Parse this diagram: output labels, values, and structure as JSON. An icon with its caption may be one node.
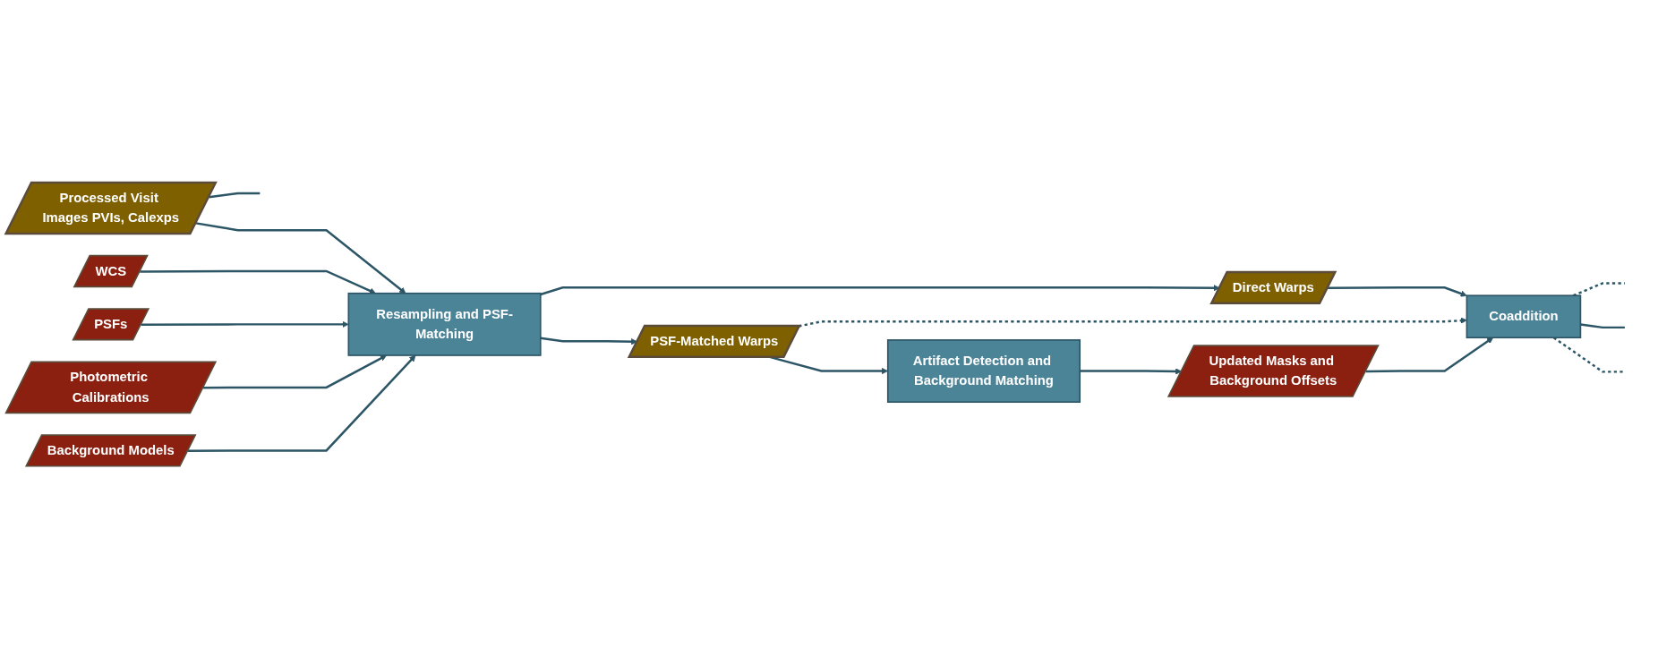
{
  "diagram": {
    "nodes": [
      {
        "text": [
          "Processed Visit Images PVIs, Calexps"
        ]
      },
      {
        "text": [
          "WCS"
        ]
      },
      {
        "text": [
          "PSFs"
        ]
      },
      {
        "text": [
          "Photometric Calibrations"
        ]
      },
      {
        "text": [
          "Background Models"
        ]
      },
      {
        "text": [
          "Resampling and PSF-Matching"
        ]
      },
      {
        "text": [
          "Direct Warps"
        ]
      },
      {
        "text": [
          "PSF-Matched Warps"
        ]
      },
      {
        "text": [
          "Coaddition"
        ]
      },
      {
        "text": [
          "Artifact Detection and Background Matching"
        ]
      },
      {
        "text": [
          "Updated Masks and Background Offsets"
        ]
      }
    ],
    "edges": [
      {
        "from": 0,
        "to": null,
        "arrow": "none"
      },
      {
        "from": 0,
        "to": 5,
        "arrow": "to"
      },
      {
        "from": 1,
        "to": 5,
        "arrow": "to"
      },
      {
        "from": 2,
        "to": 5,
        "arrow": "to"
      },
      {
        "from": 3,
        "to": 5,
        "arrow": "to"
      },
      {
        "from": 4,
        "to": 5,
        "arrow": "to"
      },
      {
        "from": 5,
        "to": 6,
        "arrow": "to"
      },
      {
        "from": 5,
        "to": 7,
        "arrow": "to"
      },
      {
        "from": 6,
        "to": 8,
        "arrow": "to"
      },
      {
        "from": 7,
        "to": 8,
        "arrow": "to",
        "style": "dashed"
      },
      {
        "from": 7,
        "to": 9,
        "arrow": "to"
      },
      {
        "from": 9,
        "to": 10,
        "arrow": "to"
      },
      {
        "from": 10,
        "to": 8,
        "arrow": "to"
      },
      {
        "from": 8,
        "to": null,
        "arrow": "none",
        "style": "dashed"
      },
      {
        "from": 8,
        "to": null,
        "arrow": "none"
      },
      {
        "from": 8,
        "to": null,
        "arrow": "none",
        "style": "dashed"
      }
    ]
  }
}
